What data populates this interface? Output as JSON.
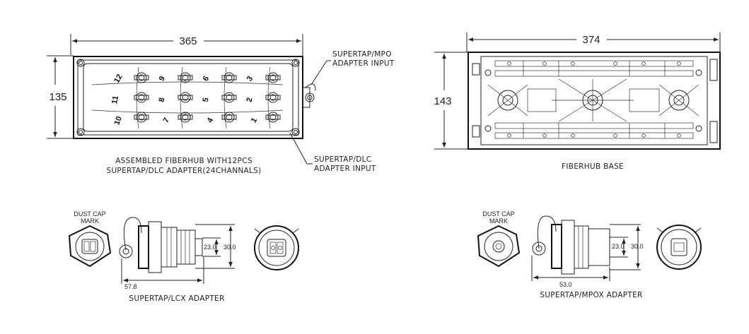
{
  "top_left": {
    "dim_width": "365",
    "dim_height": "135",
    "callout_mpo_line1": "SUPERTAP/MPO",
    "callout_mpo_line2": "ADAPTER INPUT",
    "callout_dlc_line1": "SUPERTAP/DLC",
    "callout_dlc_line2": "ADAPTER INPUT",
    "caption_line1": "ASSEMBLED FIBERHUB WITH12PCS",
    "caption_line2": "SUPERTAP/DLC ADAPTER(24CHANNALS)",
    "port_numbers": [
      "12",
      "9",
      "6",
      "3",
      "11",
      "8",
      "5",
      "2",
      "10",
      "7",
      "4",
      "1"
    ]
  },
  "top_right": {
    "dim_width": "374",
    "dim_height": "143",
    "caption": "FIBERHUB BASE"
  },
  "bottom_left": {
    "dust_cap_line1": "DUST CAP",
    "dust_cap_line2": "MARK",
    "dim_inner": "23.0",
    "dim_outer": "30.0",
    "dim_length": "57.8",
    "caption": "SUPERTAP/LCX ADAPTER"
  },
  "bottom_right": {
    "dust_cap_line1": "DUST CAP",
    "dust_cap_line2": "MARK",
    "dim_inner": "23.0",
    "dim_outer": "30.0",
    "dim_length": "53.0",
    "caption": "SUPERTAP/MPOX ADAPTER"
  }
}
